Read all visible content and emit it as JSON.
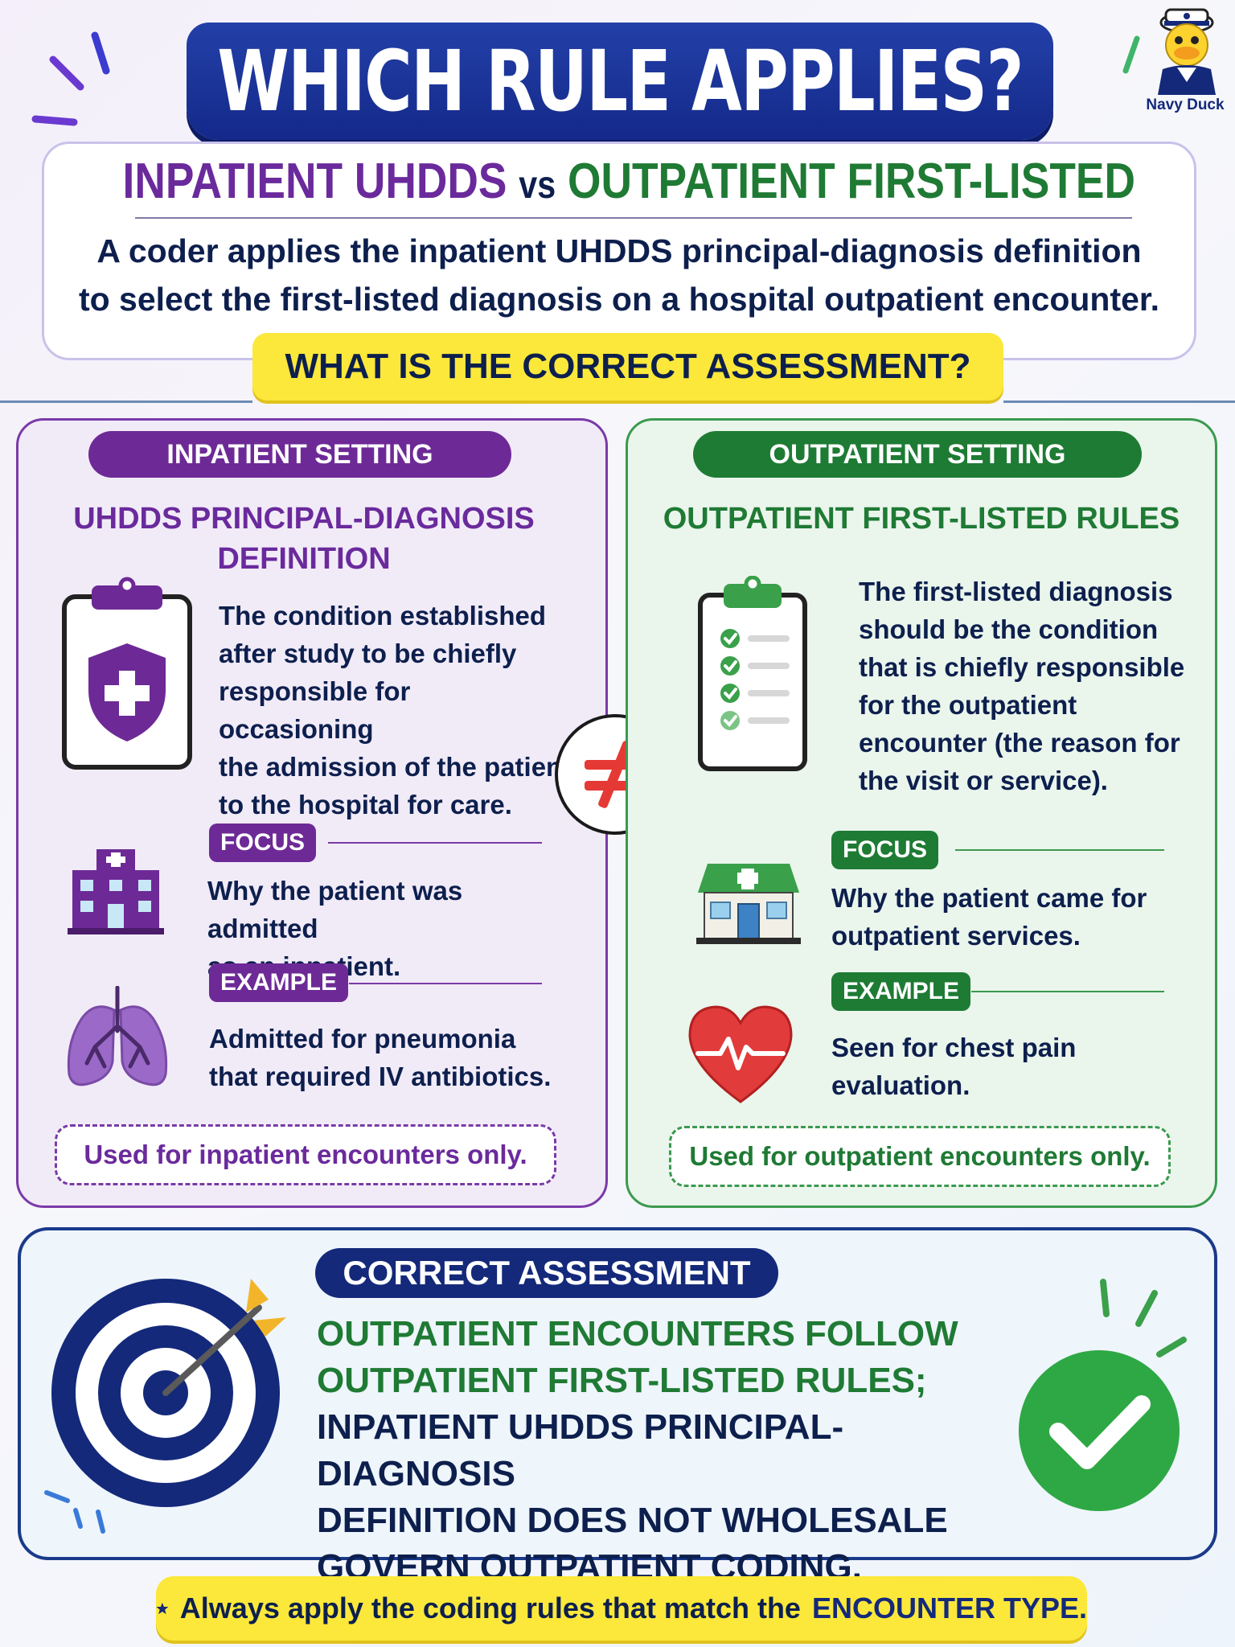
{
  "header": {
    "title": "WHICH RULE APPLIES?",
    "mascot_label": "Navy Duck"
  },
  "intro": {
    "vs_left": "INPATIENT UHDDS",
    "vs_mid": "vs",
    "vs_right": "OUTPATIENT FIRST-LISTED",
    "scenario_line1": "A coder applies the inpatient UHDDS principal-diagnosis definition",
    "scenario_line2": "to select the first-listed diagnosis on a hospital outpatient encounter.",
    "question": "WHAT IS THE CORRECT ASSESSMENT?"
  },
  "inpatient": {
    "setting_label": "INPATIENT SETTING",
    "title_line1": "UHDDS PRINCIPAL-DIAGNOSIS",
    "title_line2": "DEFINITION",
    "definition_lines": [
      "The condition established",
      "after study to be chiefly",
      "responsible for occasioning",
      "the admission of the patient",
      "to the hospital for care."
    ],
    "focus_label": "FOCUS",
    "focus_lines": [
      "Why the patient was admitted",
      "as an inpatient."
    ],
    "example_label": "EXAMPLE",
    "example_lines": [
      "Admitted for pneumonia",
      "that required IV antibiotics."
    ],
    "note": "Used for inpatient encounters only.",
    "icons": [
      "clipboard-shield-icon",
      "hospital-icon",
      "lungs-icon"
    ]
  },
  "outpatient": {
    "setting_label": "OUTPATIENT SETTING",
    "title_line1": "OUTPATIENT FIRST-LISTED RULES",
    "definition_lines": [
      "The first-listed diagnosis",
      "should be the condition",
      "that is chiefly responsible",
      "for the outpatient",
      "encounter (the reason for",
      "the visit or service)."
    ],
    "focus_label": "FOCUS",
    "focus_lines": [
      "Why the patient came for",
      "outpatient services."
    ],
    "example_label": "EXAMPLE",
    "example_lines": [
      "Seen for chest pain",
      "evaluation."
    ],
    "note": "Used for outpatient encounters only.",
    "icons": [
      "checklist-clipboard-icon",
      "clinic-icon",
      "heart-pulse-icon"
    ]
  },
  "comparison_symbol": "≠",
  "answer": {
    "label": "CORRECT ASSESSMENT",
    "green_lines": [
      "OUTPATIENT ENCOUNTERS FOLLOW",
      "OUTPATIENT FIRST-LISTED RULES;"
    ],
    "navy_lines": [
      "INPATIENT UHDDS PRINCIPAL-DIAGNOSIS",
      "DEFINITION DOES NOT WHOLESALE",
      "GOVERN OUTPATIENT CODING."
    ]
  },
  "footer": {
    "text": "Always apply the coding rules that match the",
    "emphasis": "ENCOUNTER TYPE."
  },
  "colors": {
    "navy": "#14297a",
    "purple": "#6d2a96",
    "green": "#1e7b34",
    "yellow": "#fbe83a",
    "red": "#e53935"
  }
}
